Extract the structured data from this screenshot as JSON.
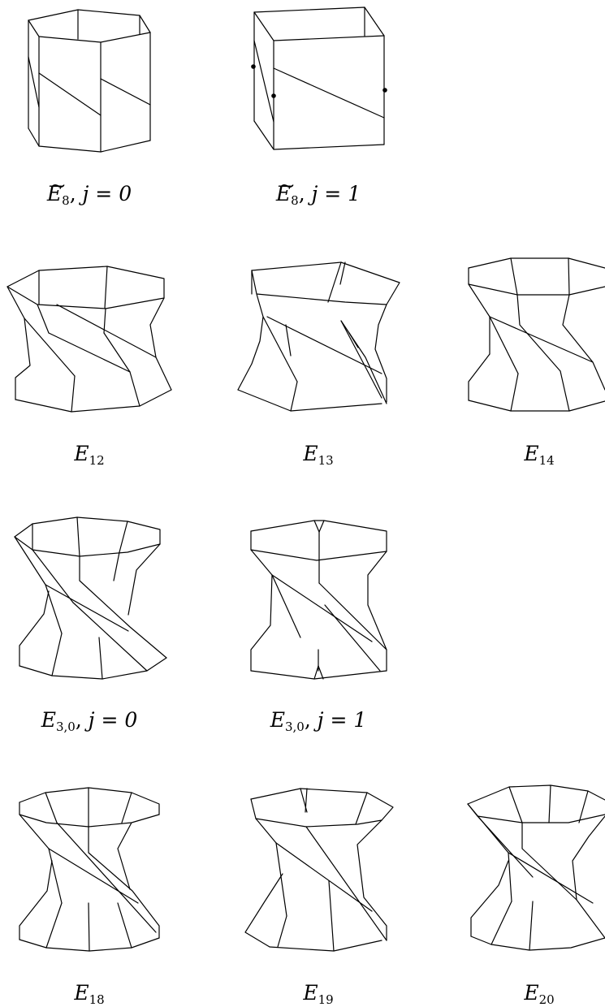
{
  "figures": [
    {
      "id": "E8t-j0",
      "sym": "E",
      "tilde": true,
      "sub": "8",
      "tail": "j = 0"
    },
    {
      "id": "E8t-j1",
      "sym": "E",
      "tilde": true,
      "sub": "8",
      "tail": "j = 1"
    },
    {
      "id": "E12",
      "sym": "E",
      "tilde": false,
      "sub": "12",
      "tail": ""
    },
    {
      "id": "E13",
      "sym": "E",
      "tilde": false,
      "sub": "13",
      "tail": ""
    },
    {
      "id": "E14",
      "sym": "E",
      "tilde": false,
      "sub": "14",
      "tail": ""
    },
    {
      "id": "E30-j0",
      "sym": "E",
      "tilde": false,
      "sub": "3,0",
      "tail": "j = 0"
    },
    {
      "id": "E30-j1",
      "sym": "E",
      "tilde": false,
      "sub": "3,0",
      "tail": "j = 1"
    },
    {
      "id": "E18",
      "sym": "E",
      "tilde": false,
      "sub": "18",
      "tail": ""
    },
    {
      "id": "E19",
      "sym": "E",
      "tilde": false,
      "sub": "19",
      "tail": ""
    },
    {
      "id": "E20",
      "sym": "E",
      "tilde": false,
      "sub": "20",
      "tail": ""
    }
  ]
}
